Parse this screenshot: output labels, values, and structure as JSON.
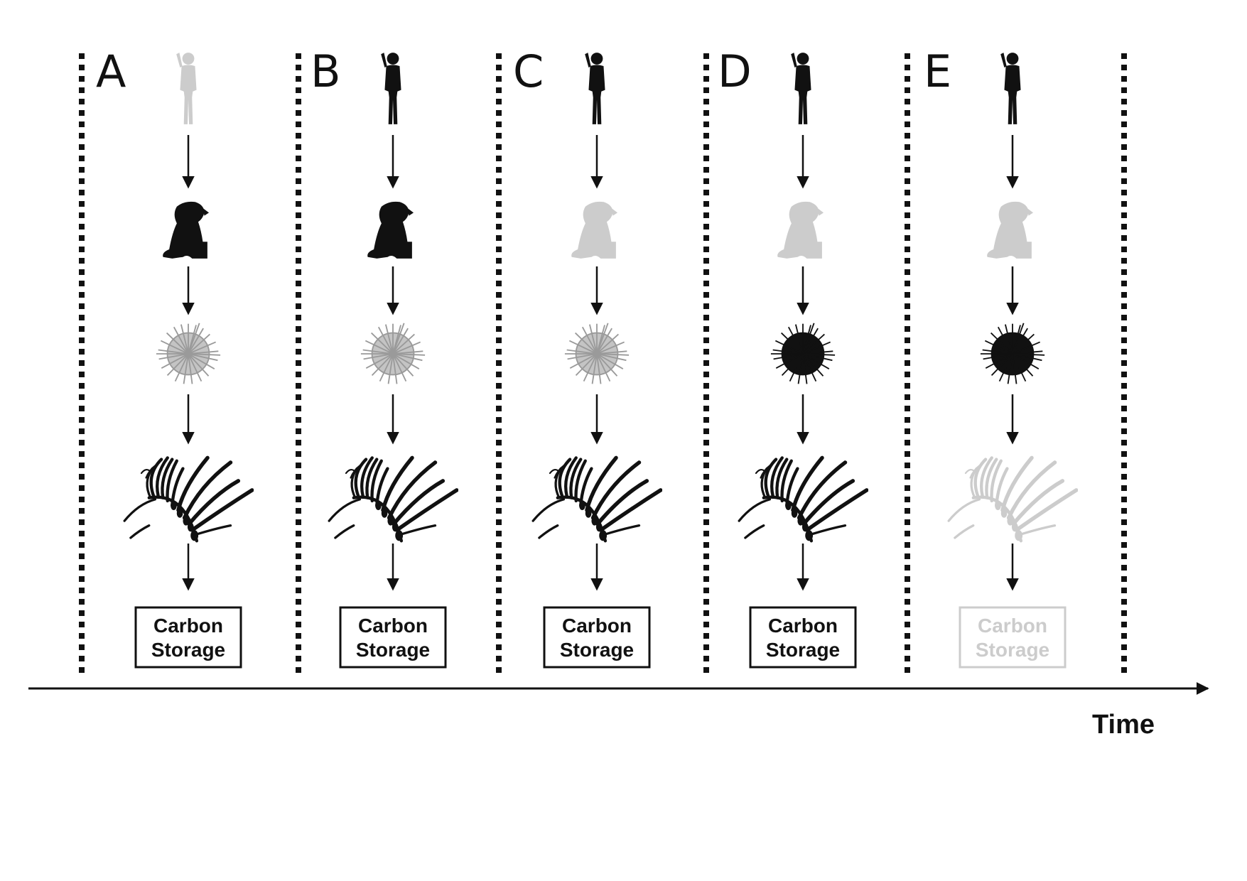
{
  "panels": [
    {
      "letter": "A",
      "box_line1": "Carbon",
      "box_line2": "Storage",
      "human": "human-silhouette-icon",
      "otter": "sea-otter-icon",
      "urchin": "sea-urchin-icon",
      "kelp": "kelp-icon",
      "human_state": "faded",
      "otter_state": "present",
      "urchin_state": "faded",
      "kelp_state": "present",
      "storage_state": "present"
    },
    {
      "letter": "B",
      "box_line1": "Carbon",
      "box_line2": "Storage",
      "human": "human-silhouette-icon",
      "otter": "sea-otter-icon",
      "urchin": "sea-urchin-icon",
      "kelp": "kelp-icon",
      "human_state": "present",
      "otter_state": "present",
      "urchin_state": "faded",
      "kelp_state": "present",
      "storage_state": "present"
    },
    {
      "letter": "C",
      "box_line1": "Carbon",
      "box_line2": "Storage",
      "human": "human-silhouette-icon",
      "otter": "sea-otter-icon",
      "urchin": "sea-urchin-icon",
      "kelp": "kelp-icon",
      "human_state": "present",
      "otter_state": "faded",
      "urchin_state": "faded",
      "kelp_state": "present",
      "storage_state": "present"
    },
    {
      "letter": "D",
      "box_line1": "Carbon",
      "box_line2": "Storage",
      "human": "human-silhouette-icon",
      "otter": "sea-otter-icon",
      "urchin": "sea-urchin-icon",
      "kelp": "kelp-icon",
      "human_state": "present",
      "otter_state": "faded",
      "urchin_state": "present",
      "kelp_state": "present",
      "storage_state": "present"
    },
    {
      "letter": "E",
      "box_line1": "Carbon",
      "box_line2": "Storage",
      "human": "human-silhouette-icon",
      "otter": "sea-otter-icon",
      "urchin": "sea-urchin-icon",
      "kelp": "kelp-icon",
      "human_state": "present",
      "otter_state": "faded",
      "urchin_state": "present",
      "kelp_state": "faded",
      "storage_state": "faded"
    }
  ],
  "axis": {
    "label": "Time"
  },
  "colors": {
    "present": "#111111",
    "faded": "#cccccc",
    "axis": "#111111"
  }
}
